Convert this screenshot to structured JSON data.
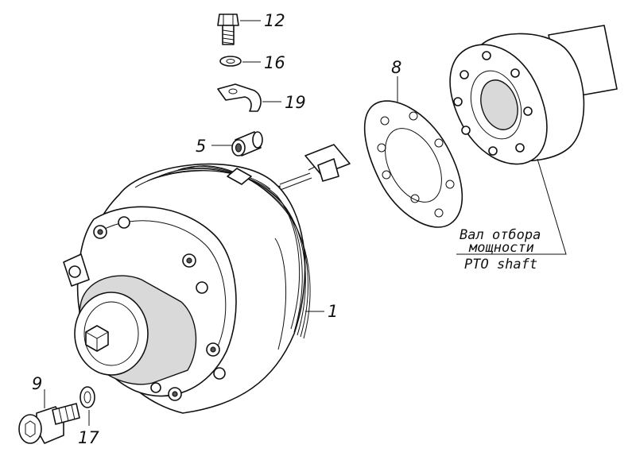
{
  "callouts": {
    "bolt_top": "12",
    "washer_top": "16",
    "bracket": "19",
    "bushing": "5",
    "gasket": "8",
    "clutch": "1",
    "bolt_bottom": "9",
    "washer_bottom": "17"
  },
  "caption": {
    "ru_line1": "Вал отбора",
    "ru_line2": "мощности",
    "en": "PTO shaft"
  }
}
